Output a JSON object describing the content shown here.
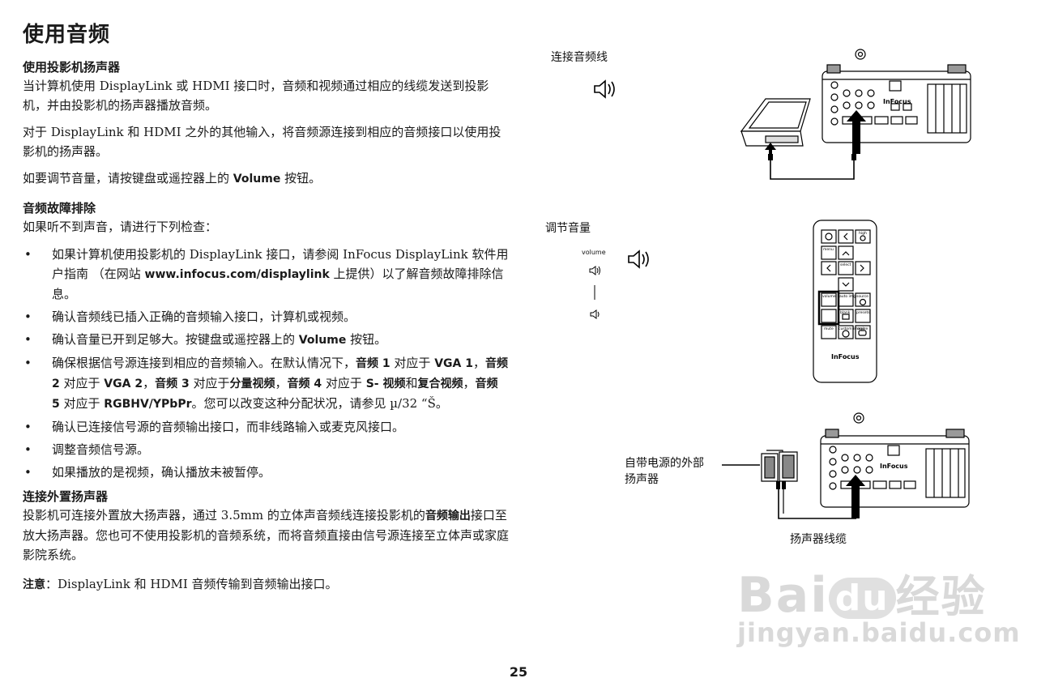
{
  "page": {
    "title": "使用音频",
    "page_number": "25"
  },
  "sections": {
    "speaker": {
      "heading": "使用投影机扬声器",
      "p1": "当计算机使用 DisplayLink 或 HDMI 接口时，音频和视频通过相应的线缆发送到投影机，并由投影机的扬声器播放音频。",
      "p2": "对于 DisplayLink 和 HDMI 之外的其他输入，将音频源连接到相应的音频接口以使用投影机的扬声器。",
      "p3_pre": "如要调节音量，请按键盘或遥控器上的 ",
      "p3_bold": "Volume",
      "p3_post": " 按钮。"
    },
    "troubleshoot": {
      "heading": "音频故障排除",
      "intro": "如果听不到声音，请进行下列检查：",
      "b1_pre": "如果计算机使用投影机的 DisplayLink 接口，请参阅 InFocus DisplayLink 软件用户指南 （在网站 ",
      "b1_bold": "www.infocus.com/displaylink",
      "b1_post": " 上提供）以了解音频故障排除信息。",
      "b2": "确认音频线已插入正确的音频输入接口，计算机或视频。",
      "b3_pre": "确认音量已开到足够大。按键盘或遥控器上的 ",
      "b3_bold": "Volume",
      "b3_post": " 按钮。",
      "b4_t1": "确保根据信号源连接到相应的音频输入。在默认情况下，",
      "b4_k1": "音频 1",
      "b4_t2": " 对应于 ",
      "b4_k2": "VGA 1",
      "b4_t3": "，",
      "b4_k3": "音频 2",
      "b4_t4": " 对应于 ",
      "b4_k4": "VGA 2",
      "b4_t5": "，",
      "b4_k5": "音频 3",
      "b4_t6": " 对应于",
      "b4_k6": "分量视频",
      "b4_t7": "，",
      "b4_k7": "音频 4",
      "b4_t8": " 对应于 ",
      "b4_k8": "S- 视频",
      "b4_t9": "和",
      "b4_k9": "复合视频",
      "b4_t10": "，",
      "b4_k10": "音频 5",
      "b4_t11": " 对应于 ",
      "b4_k11": "RGBHV/YPbPr",
      "b4_t12": "。您可以改变这种分配状况，请参见 µ/32 “Š。",
      "b5": "确认已连接信号源的音频输出接口，而非线路输入或麦克风接口。",
      "b6": "调整音频信号源。",
      "b7": "如果播放的是视频，确认播放未被暂停。"
    },
    "external": {
      "heading": "连接外置扬声器",
      "p1_pre": "投影机可连接外置放大扬声器，通过 3.5mm 的立体声音频线连接投影机的",
      "p1_bold": "音频输出",
      "p1_post": "接口至放大扬声器。您也可不使用投影机的音频系统，而将音频直接由信号源连接至立体声或家庭影院系统。",
      "note_bold": "注意",
      "note_text": "：DisplayLink 和 HDMI 音频传输到音频输出接口。"
    }
  },
  "figures": {
    "audio_cable_label": "连接音频线",
    "volume_label": "调节音量",
    "volume_word": "volume",
    "external_speaker_label_line1": "自带电源的外部",
    "external_speaker_label_line2": "扬声器",
    "speaker_cable_label": "扬声器线缆",
    "projector_brand": "InFocus",
    "remote_brand": "InFocus",
    "remote_keys": {
      "high": "high",
      "menu": "menu",
      "select": "select",
      "volume": "volume",
      "auto_img": "auto img",
      "source": "source",
      "blank": "blank",
      "presets": "presets",
      "mute": "mute",
      "custom_image": "custom image",
      "resize": "resize"
    }
  },
  "watermark": {
    "line1_a": "Bai",
    "line1_b": "du",
    "line1_c": "经验",
    "line2": "jingyan.baidu.com"
  }
}
